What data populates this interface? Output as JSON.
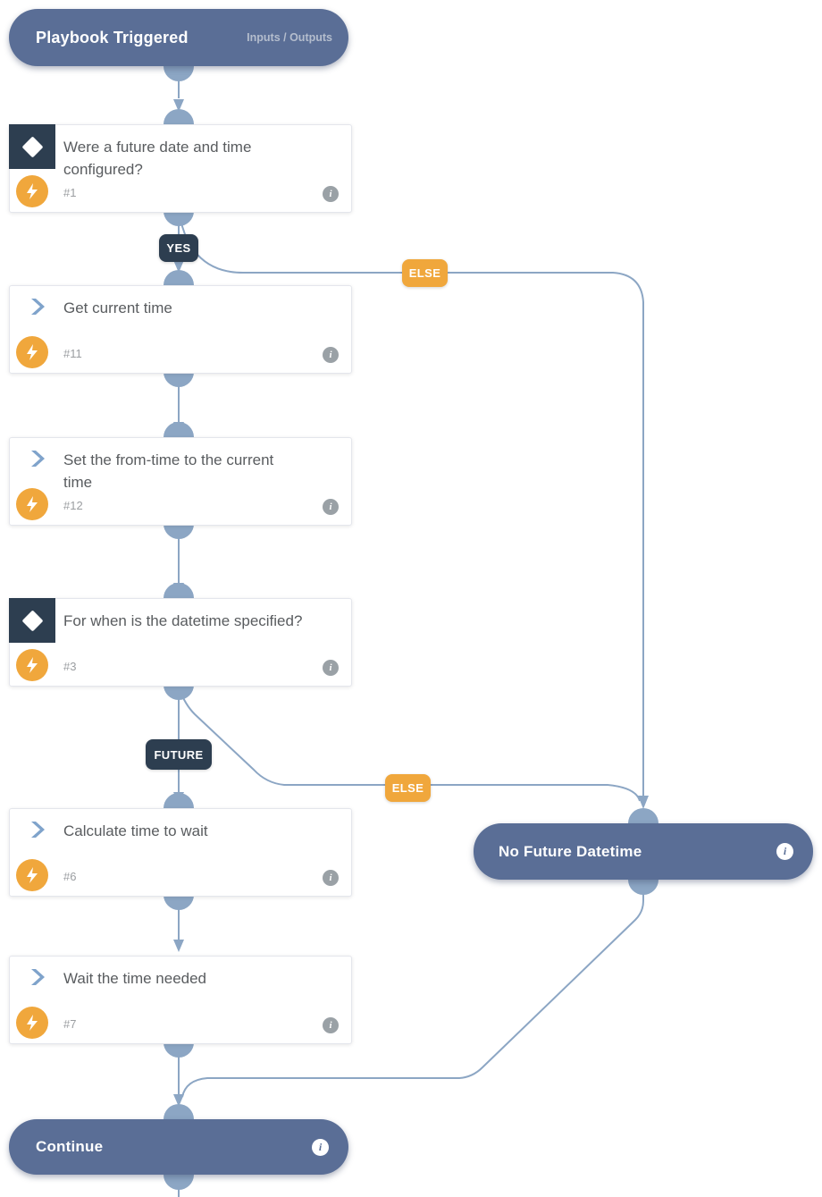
{
  "colors": {
    "node-blue": "#5a6e96",
    "connector": "#8ca6c4",
    "badge-dark": "#2d3e50",
    "badge-orange": "#f0a73c",
    "task-text": "#595c5f",
    "muted-text": "#9b9ea1",
    "icon-blue": "#7fa3cb",
    "info-gray": "#9aa1a6"
  },
  "icons": {
    "info_glyph": "i"
  },
  "start_node": {
    "title": "Playbook Triggered",
    "link": "Inputs / Outputs"
  },
  "tasks": [
    {
      "id": "#1",
      "title": "Were a future date and time configured?",
      "type": "condition"
    },
    {
      "id": "#11",
      "title": "Get current time",
      "type": "automation"
    },
    {
      "id": "#12",
      "title": "Set the from-time to the current time",
      "type": "automation"
    },
    {
      "id": "#3",
      "title": "For when is the datetime specified?",
      "type": "condition"
    },
    {
      "id": "#6",
      "title": "Calculate time to wait",
      "type": "automation"
    },
    {
      "id": "#7",
      "title": "Wait the time needed",
      "type": "automation"
    }
  ],
  "edge_labels": [
    {
      "text": "YES",
      "style": "dark"
    },
    {
      "text": "ELSE",
      "style": "orange"
    },
    {
      "text": "FUTURE",
      "style": "dark"
    },
    {
      "text": "ELSE",
      "style": "orange"
    }
  ],
  "end_nodes": [
    {
      "title": "No Future Datetime"
    },
    {
      "title": "Continue"
    }
  ]
}
